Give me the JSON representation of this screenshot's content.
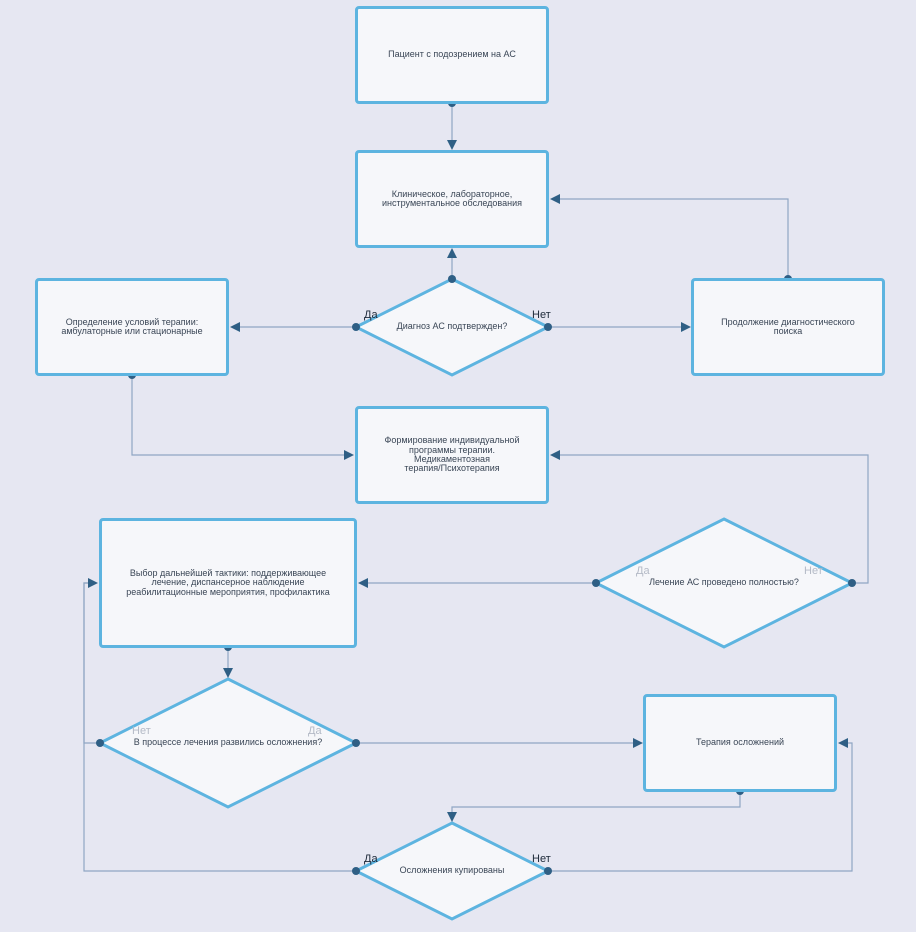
{
  "nodes": {
    "n1": "Пациент с подозрением на АС",
    "n2": "Клиническое, лабораторное,\nинструментальное обследования",
    "n3": "Определение условий терапии:\nамбулаторные или стационарные",
    "n4": "Продолжение диагностического\nпоиска",
    "n5": "Формирование индивидуальной\nпрограммы терапии.\nМедикаментозная\nтерапия/Психотерапия",
    "n6": "Выбор дальнейшей тактики: поддерживающее\nлечение, диспансерное наблюдение\nреабилитационные мероприятия, профилактика",
    "n7": "Терапия осложнений"
  },
  "decisions": {
    "d1": "Диагноз АС подтвержден?",
    "d2": "Лечение АС проведено полностью?",
    "d3": "В процессе лечения развились осложнения?",
    "d4": "Осложнения купированы"
  },
  "labels": {
    "d1_yes": "Да",
    "d1_no": "Нет",
    "d2_yes": "Да",
    "d2_no": "Нет",
    "d3_no": "Нет",
    "d3_yes": "Да",
    "d4_yes": "Да",
    "d4_no": "Нет"
  },
  "colors": {
    "background": "#e6e7f2",
    "node_fill": "#f6f7fa",
    "node_border": "#5db4e0",
    "connector": "#8fa6c4",
    "arrow": "#2f5f85"
  }
}
